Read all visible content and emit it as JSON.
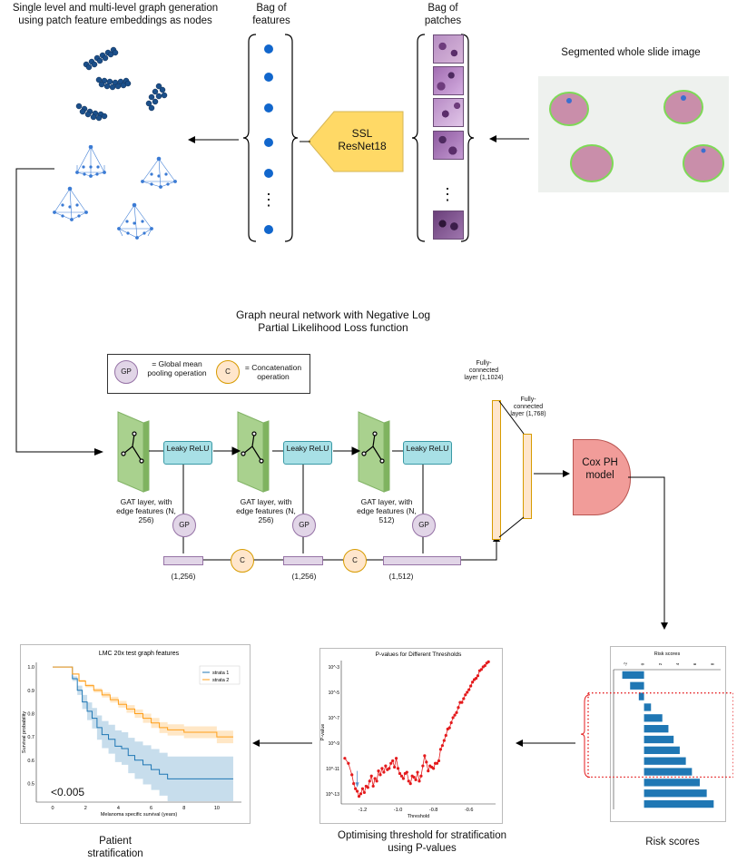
{
  "top": {
    "graph_gen_title": "Single level and multi-level graph generation using patch feature embeddings as nodes",
    "bag_features": "Bag of features",
    "bag_patches": "Bag of patches",
    "wsi_label": "Segmented whole slide image",
    "ssl_label": "SSL ResNet18",
    "dots": "⋮"
  },
  "gnn": {
    "title": "Graph neural network with Negative Log Partial Likelihood Loss function",
    "legend_gp_symbol": "GP",
    "legend_gp_text": "= Global mean pooling operation",
    "legend_c_symbol": "C",
    "legend_c_text": "= Concatenation operation",
    "relu_label": "Leaky ReLU",
    "gat1": "GAT layer, with edge features (N, 256)",
    "gat2": "GAT layer, with edge features (N, 256)",
    "gat3": "GAT layer, with edge features (N, 512)",
    "gp": "GP",
    "c": "C",
    "dim1": "(1,256)",
    "dim2": "(1,256)",
    "dim3": "(1,512)",
    "fc1": "Fully-connected layer (1,1024)",
    "fc2": "Fully-connected layer (1,768)",
    "cox": "Cox PH model"
  },
  "bottom": {
    "km_caption": "Patient stratification",
    "pval_caption": "Optimising threshold for stratification using P-values",
    "risk_caption": "Risk scores",
    "km_pvalue": "<0.005"
  },
  "chart_data": [
    {
      "type": "line",
      "title": "LMC 20x test graph features",
      "xlabel": "Melanoma specific survival (years)",
      "ylabel": "Survival probability",
      "xlim": [
        -1,
        11.5
      ],
      "ylim": [
        0.42,
        1.02
      ],
      "xticks": [
        "0",
        "2",
        "4",
        "6",
        "8",
        "10"
      ],
      "yticks": [
        "0.5",
        "0.6",
        "0.7",
        "0.8",
        "0.9",
        "1.0"
      ],
      "legend": "top-right",
      "series": [
        {
          "name": "strata 1",
          "color": "#1f77b4",
          "x": [
            0,
            0.9,
            1.2,
            1.5,
            1.8,
            2.1,
            2.4,
            2.7,
            3.0,
            3.4,
            3.8,
            4.2,
            4.6,
            5.0,
            5.5,
            6.0,
            6.5,
            7.0,
            8.0,
            9.0,
            10.0,
            11.0
          ],
          "y": [
            1.0,
            1.0,
            0.95,
            0.9,
            0.85,
            0.81,
            0.78,
            0.74,
            0.71,
            0.69,
            0.66,
            0.65,
            0.62,
            0.6,
            0.58,
            0.56,
            0.54,
            0.52,
            0.52,
            0.52,
            0.52,
            0.52
          ]
        },
        {
          "name": "strata 2",
          "color": "#ff9f1a",
          "x": [
            0,
            0.9,
            1.2,
            1.6,
            2.0,
            2.5,
            3.0,
            3.5,
            4.0,
            4.5,
            5.0,
            5.5,
            6.0,
            6.5,
            7.0,
            8.0,
            9.0,
            10.0,
            11.0
          ],
          "y": [
            1.0,
            1.0,
            0.97,
            0.94,
            0.92,
            0.9,
            0.88,
            0.86,
            0.84,
            0.82,
            0.8,
            0.78,
            0.76,
            0.74,
            0.73,
            0.72,
            0.72,
            0.7,
            0.7
          ]
        }
      ]
    },
    {
      "type": "line",
      "title": "P-values for Different Thresholds",
      "xlabel": "Threshold",
      "ylabel": "P-value",
      "xticks": [
        "-1.2",
        "-1.0",
        "-0.8",
        "-0.6"
      ],
      "yticks": [
        "10^-13",
        "10^-11",
        "10^-9",
        "10^-7",
        "10^-5",
        "10^-3"
      ],
      "xlim": [
        -1.32,
        -0.45
      ],
      "ylim_log10": [
        -13.8,
        -2.5
      ],
      "series": [
        {
          "name": "",
          "color": "#e41a1c",
          "x": [
            -1.3,
            -1.28,
            -1.26,
            -1.25,
            -1.24,
            -1.23,
            -1.22,
            -1.21,
            -1.2,
            -1.19,
            -1.18,
            -1.17,
            -1.16,
            -1.15,
            -1.14,
            -1.13,
            -1.12,
            -1.11,
            -1.1,
            -1.09,
            -1.08,
            -1.07,
            -1.06,
            -1.05,
            -1.04,
            -1.03,
            -1.02,
            -1.01,
            -1.0,
            -0.99,
            -0.98,
            -0.97,
            -0.96,
            -0.95,
            -0.94,
            -0.93,
            -0.92,
            -0.91,
            -0.9,
            -0.89,
            -0.88,
            -0.87,
            -0.86,
            -0.85,
            -0.84,
            -0.83,
            -0.82,
            -0.81,
            -0.8,
            -0.79,
            -0.78,
            -0.77,
            -0.76,
            -0.75,
            -0.74,
            -0.73,
            -0.72,
            -0.71,
            -0.7,
            -0.69,
            -0.68,
            -0.67,
            -0.66,
            -0.65,
            -0.64,
            -0.63,
            -0.62,
            -0.61,
            -0.6,
            -0.59,
            -0.58,
            -0.57,
            -0.56,
            -0.55,
            -0.54,
            -0.53,
            -0.52,
            -0.51,
            -0.5,
            -0.49
          ],
          "log10_p": [
            -10.2,
            -10.6,
            -11.5,
            -12.2,
            -12.6,
            -12.8,
            -13.2,
            -13.0,
            -12.6,
            -12.9,
            -12.4,
            -12.5,
            -12.0,
            -11.6,
            -12.4,
            -11.8,
            -12.0,
            -11.2,
            -11.5,
            -11.0,
            -11.3,
            -10.8,
            -11.1,
            -11.0,
            -10.6,
            -10.4,
            -10.9,
            -10.2,
            -11.0,
            -11.4,
            -11.6,
            -11.8,
            -11.4,
            -11.3,
            -12.0,
            -12.2,
            -11.6,
            -11.7,
            -11.9,
            -11.3,
            -12.0,
            -11.6,
            -10.8,
            -10.0,
            -10.5,
            -11.2,
            -10.8,
            -10.9,
            -11.0,
            -10.6,
            -10.6,
            -10.4,
            -9.5,
            -9.2,
            -8.8,
            -8.4,
            -7.9,
            -7.8,
            -7.4,
            -7.0,
            -6.8,
            -6.6,
            -6.2,
            -5.8,
            -5.8,
            -5.5,
            -5.2,
            -5.0,
            -4.8,
            -4.5,
            -4.2,
            -4.0,
            -3.9,
            -3.7,
            -3.3,
            -3.2,
            -3.0,
            -2.9,
            -2.7,
            -2.6
          ]
        }
      ],
      "annotation": {
        "type": "arrow",
        "x": -1.23
      }
    },
    {
      "type": "bar",
      "orientation": "horizontal",
      "title": "Risk scores",
      "xticks": [
        "-2",
        "0",
        "2",
        "4",
        "6",
        "8"
      ],
      "xlim": [
        -3.5,
        8.8
      ],
      "values": [
        -2.5,
        -1.6,
        -0.6,
        0.8,
        2.1,
        2.8,
        3.4,
        4.1,
        4.8,
        5.5,
        6.4,
        7.2,
        8.0
      ],
      "color": "#1f77b4",
      "highlight": {
        "from_index": 2,
        "to_index": 9,
        "style": "dotted",
        "color": "#e41a1c"
      }
    }
  ]
}
